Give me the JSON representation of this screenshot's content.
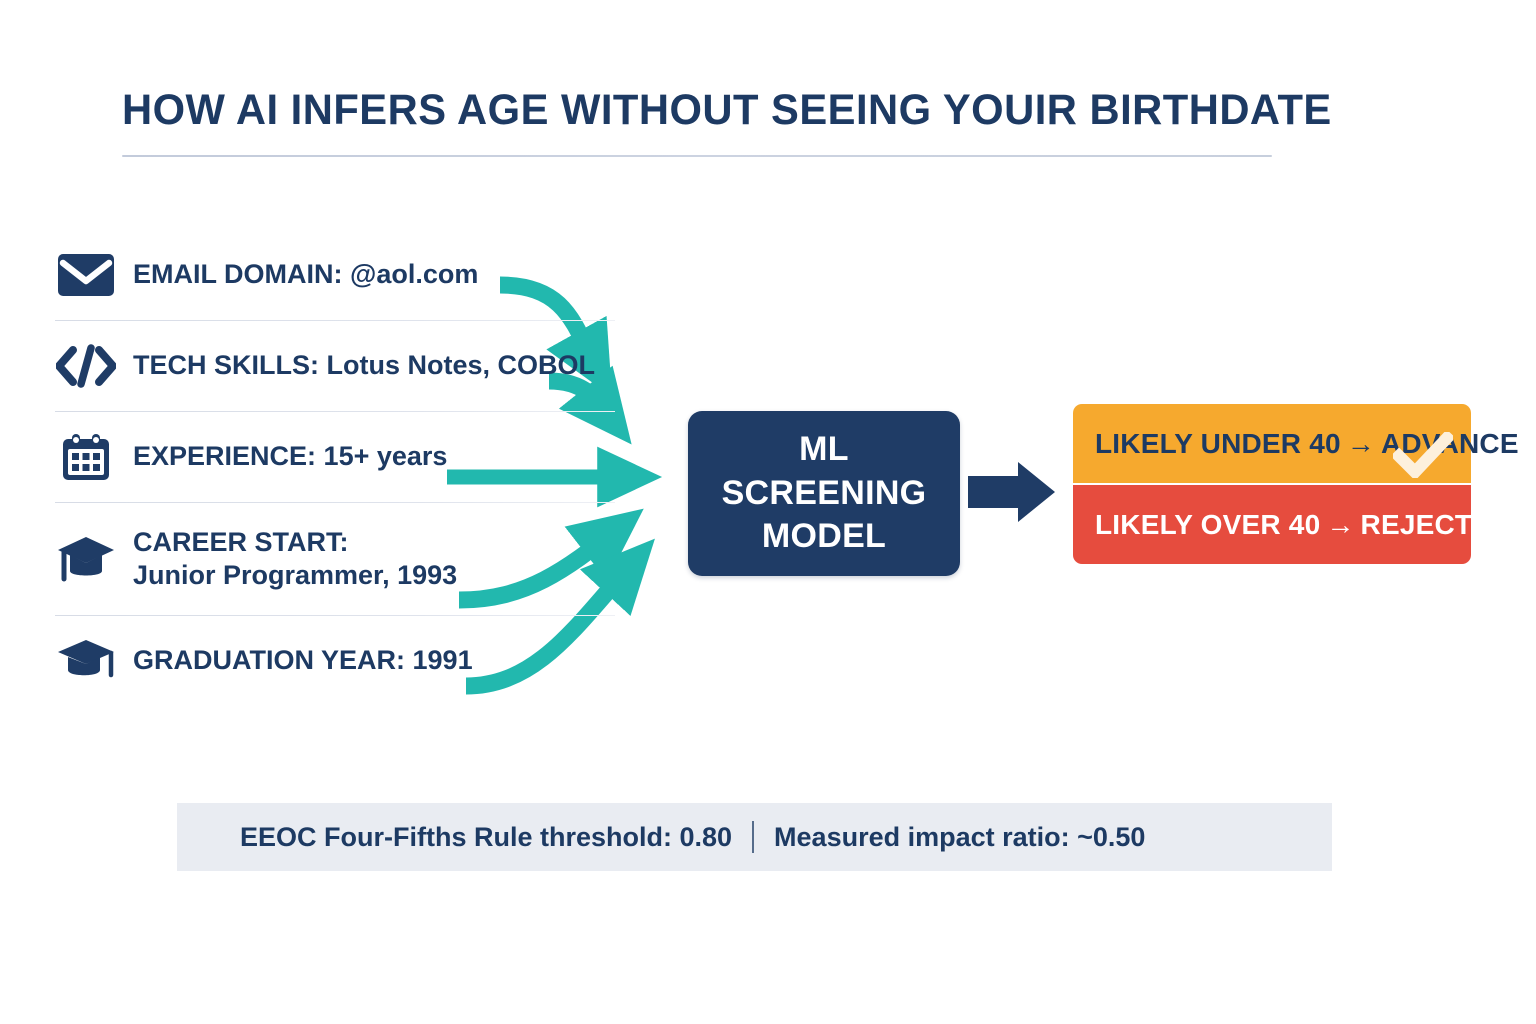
{
  "title": "HOW AI INFERS AGE WITHOUT SEEING YOUIR BIRTHDATE",
  "colors": {
    "navy": "#1F3C66",
    "teal": "#22B8AE",
    "orange": "#F6A92E",
    "red": "#E64C3E",
    "footer_bg": "#E9ECF2",
    "page_bg": "#FFFFFF"
  },
  "signals": [
    {
      "icon": "envelope-icon",
      "label": "EMAIL DOMAIN:",
      "value": "@aol.com",
      "value_weight": "bold",
      "lines": 1
    },
    {
      "icon": "code-brackets-icon",
      "label": "TECH SKILLS:",
      "value": "Lotus Notes, COBOL",
      "value_weight": "semibold",
      "lines": 1
    },
    {
      "icon": "calendar-icon",
      "label": "EXPERIENCE:",
      "value": "15+ years",
      "value_weight": "semibold",
      "lines": 1
    },
    {
      "icon": "graduation-cap-tilted-icon",
      "label": "CAREER START:",
      "value": "Junior Programmer, 1993",
      "value_weight": "semibold",
      "lines": 2
    },
    {
      "icon": "graduation-cap-icon",
      "label": "GRADUATION YEAR:",
      "value": "1991",
      "value_weight": "bold",
      "lines": 1
    }
  ],
  "model": {
    "line1": "ML",
    "line2": "SCREENING",
    "line3": "MODEL"
  },
  "outcomes": [
    {
      "id": "advance",
      "text": "LIKELY UNDER 40",
      "arrow": "→",
      "action": "ADVANCE",
      "mark": "check-icon",
      "bg": "#F6A92E",
      "fg": "#1D3A63"
    },
    {
      "id": "reject",
      "text": "LIKELY OVER 40",
      "arrow": "→",
      "action": "REJECT",
      "mark": "x-icon",
      "bg": "#E64C3E",
      "fg": "#FFFFFF"
    }
  ],
  "footer": {
    "left": "EEOC Four-Fifths Rule threshold: 0.80",
    "separator": "|",
    "right": "Measured impact ratio: ~0.50"
  }
}
